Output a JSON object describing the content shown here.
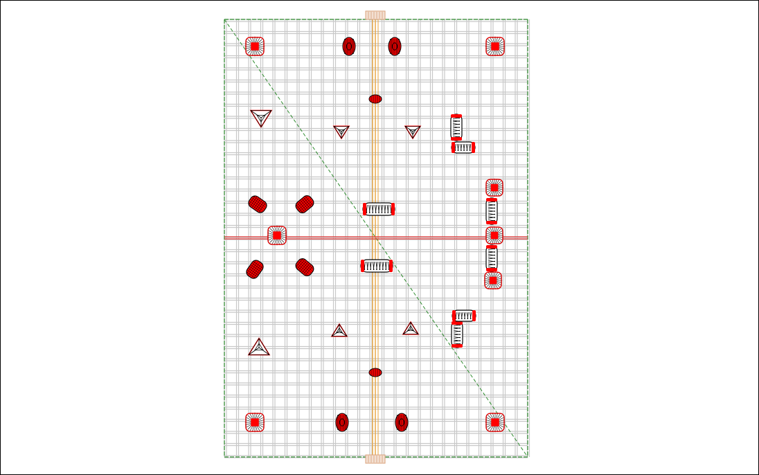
{
  "view": {
    "kind": "top-down bunker layout",
    "colors": {
      "background": "#ffffff",
      "grid": "#c8c8c8",
      "boundary": "#2e8b2e",
      "center_line": "#e8a33b",
      "mid_line": "#e03030",
      "bunker_fill": "#ff0000",
      "bunker_stroke": "#000000",
      "marker": "#d9a07a"
    }
  },
  "bunkers": [
    {
      "id": "corner-nw",
      "shape": "can"
    },
    {
      "id": "corner-ne",
      "shape": "can"
    },
    {
      "id": "corner-sw",
      "shape": "can"
    },
    {
      "id": "corner-se",
      "shape": "can"
    },
    {
      "id": "top-cylinder-left",
      "shape": "cylinder"
    },
    {
      "id": "top-cylinder-right",
      "shape": "cylinder"
    },
    {
      "id": "bottom-cylinder-left",
      "shape": "cylinder"
    },
    {
      "id": "bottom-cylinder-right",
      "shape": "cylinder"
    },
    {
      "id": "dorito-top-far",
      "shape": "pyramid"
    },
    {
      "id": "dorito-top-left",
      "shape": "pyramid"
    },
    {
      "id": "dorito-top-right",
      "shape": "pyramid"
    },
    {
      "id": "dorito-bottom-far",
      "shape": "pyramid"
    },
    {
      "id": "dorito-bottom-left",
      "shape": "pyramid"
    },
    {
      "id": "dorito-bottom-right",
      "shape": "pyramid"
    },
    {
      "id": "center-dome-top",
      "shape": "dome"
    },
    {
      "id": "center-dome-bottom",
      "shape": "dome"
    },
    {
      "id": "center-snake-top",
      "shape": "tube"
    },
    {
      "id": "center-snake-bottom",
      "shape": "tube"
    },
    {
      "id": "left-can-mid",
      "shape": "can"
    },
    {
      "id": "left-tilted-1",
      "shape": "tilted"
    },
    {
      "id": "left-tilted-2",
      "shape": "tilted"
    },
    {
      "id": "left-tilted-3",
      "shape": "tilted"
    },
    {
      "id": "left-tilted-4",
      "shape": "tilted"
    },
    {
      "id": "right-l-top-v",
      "shape": "tube"
    },
    {
      "id": "right-l-top-h",
      "shape": "tube"
    },
    {
      "id": "right-l-bottom-v",
      "shape": "tube"
    },
    {
      "id": "right-l-bottom-h",
      "shape": "tube"
    },
    {
      "id": "right-wall-can-1",
      "shape": "can"
    },
    {
      "id": "right-wall-tube-1",
      "shape": "tube"
    },
    {
      "id": "right-wall-can-2",
      "shape": "can"
    },
    {
      "id": "right-wall-tube-2",
      "shape": "tube"
    },
    {
      "id": "right-wall-can-3",
      "shape": "can"
    }
  ]
}
